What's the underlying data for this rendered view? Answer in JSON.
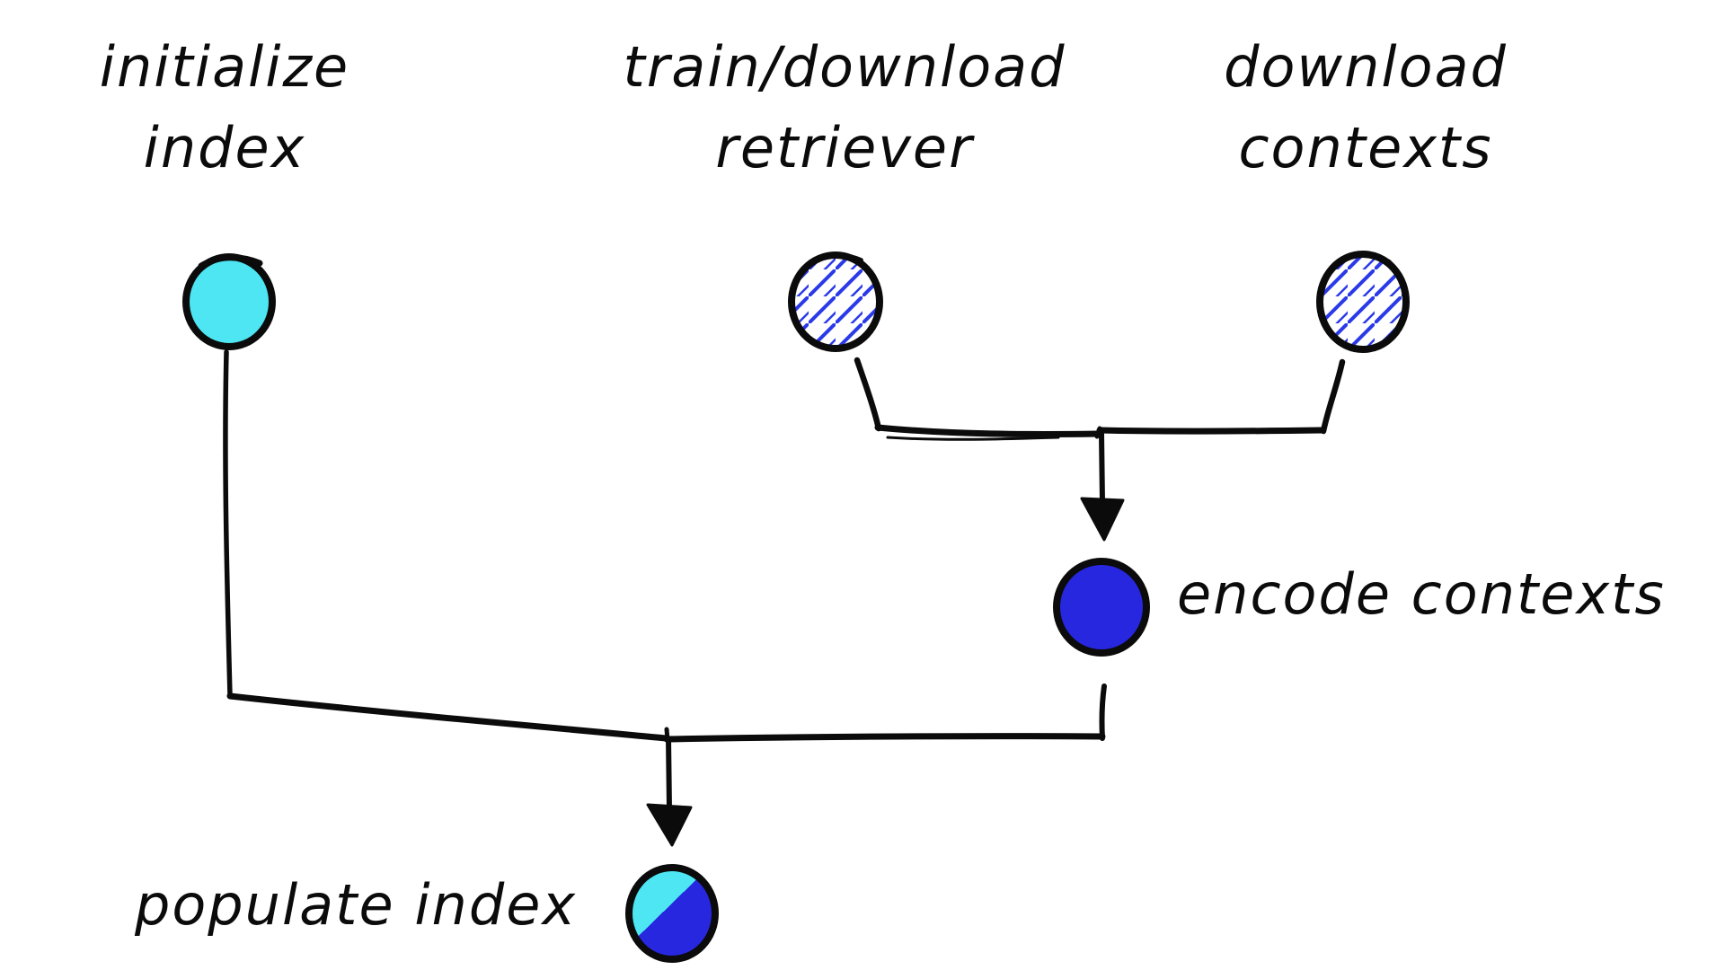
{
  "colors": {
    "cyan": "#4de6f2",
    "blue": "#2727e0",
    "hatch_blue": "#2b3ae8",
    "ink": "#0b0b0b",
    "background": "#ffffff"
  },
  "labels": {
    "initialize_index": {
      "line1": "initialize",
      "line2": "index"
    },
    "train_download_retriever": {
      "line1": "train/download",
      "line2": "retriever"
    },
    "download_contexts": {
      "line1": "download",
      "line2": "contexts"
    },
    "encode_contexts": "encode contexts",
    "populate_index": "populate index"
  },
  "nodes": {
    "initialize_index": {
      "style": "solid-cyan"
    },
    "train_download_retriever": {
      "style": "hatched-blue-on-white"
    },
    "download_contexts": {
      "style": "hatched-blue-on-white"
    },
    "encode_contexts": {
      "style": "solid-blue"
    },
    "populate_index": {
      "style": "split-cyan-blue"
    }
  }
}
